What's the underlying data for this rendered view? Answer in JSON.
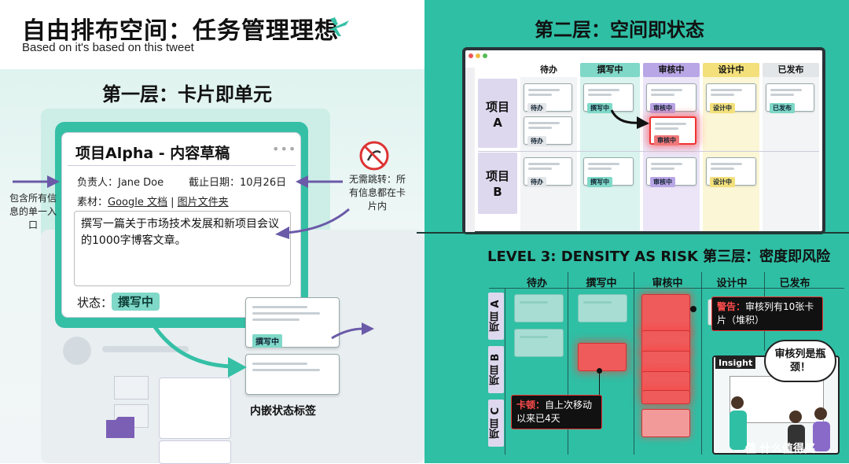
{
  "left": {
    "title": "自由排布空间：任务管理理想",
    "subtitle": "Based on it's based on this tweet",
    "layer1_title": "第一层：卡片即单元",
    "card": {
      "title": "项目Alpha - 内容草稿",
      "dots": "•••",
      "owner": "负责人：Jane Doe",
      "due": "截止日期：10月26日",
      "materials_prefix": "素材：",
      "materials_link1": "Google 文档",
      "materials_sep": " | ",
      "materials_link2": "图片文件夹",
      "body": "撰写一篇关于市场技术发展和新项目会议的1000字博客文章。",
      "status_label": "状态：",
      "status_value": "撰写中"
    },
    "note_left": "包含所有信息的单一入口",
    "note_right": "无需跳转：所有信息都在卡片内",
    "mini_tag": "撰写中",
    "nested_label": "内嵌状态标签"
  },
  "right": {
    "layer2_title": "第二层：空间即状态",
    "columns": [
      "待办",
      "撰写中",
      "审核中",
      "设计中",
      "已发布"
    ],
    "column_colors": [
      "#e3e6e8",
      "#7fd8c8",
      "#b9a6e6",
      "#f3e07a",
      "#e3e6e8"
    ],
    "rows": [
      "项目\nA",
      "项目\nB"
    ],
    "card_tags": {
      "a": [
        "待办",
        "撰写中",
        "审核中",
        "设计中",
        "已发布"
      ],
      "a_second": [
        "待办",
        "审核中"
      ],
      "b": [
        "待办",
        "撰写中",
        "审核中",
        "设计中"
      ]
    },
    "layer3_title": "LEVEL 3: DENSITY AS RISK  第三层：密度即风险",
    "columns3": [
      "待办",
      "撰写中",
      "审核中",
      "设计中",
      "已发布"
    ],
    "rows3": [
      "项目 A",
      "项目 B",
      "项目 C"
    ],
    "warning_prefix": "警告：",
    "warning_text": "审核列有10张卡片（堆积）",
    "stall_prefix": "卡顿：",
    "stall_text": "自上次移动以来已4天",
    "insight_label": "Insight",
    "bubble_text": "审核列是瓶颈！",
    "watermark": "值 什么值得买"
  }
}
